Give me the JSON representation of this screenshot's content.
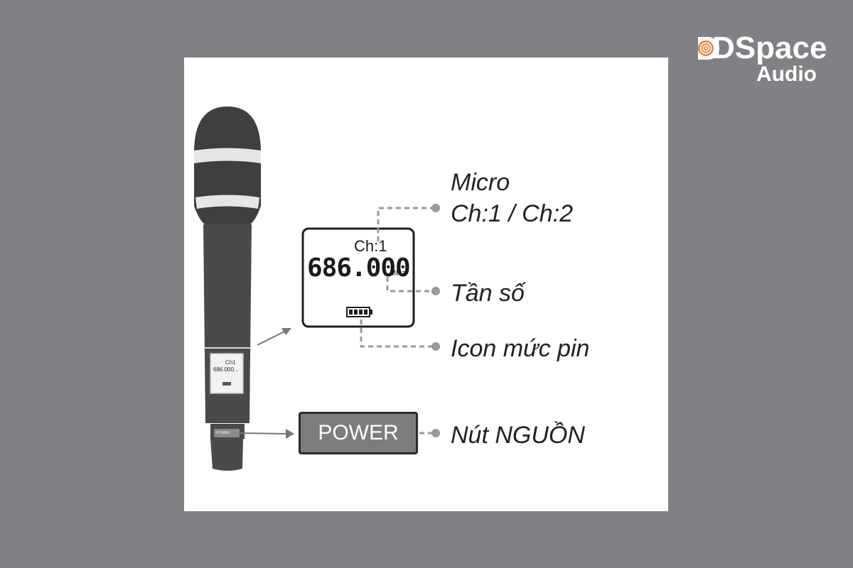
{
  "brand": {
    "name_line1": "DSpace",
    "name_line2": "Audio",
    "accent_color": "#e8873a"
  },
  "display": {
    "channel": "Ch:1",
    "frequency": "686.000",
    "unit": "MHz",
    "battery_icon": "battery-full-icon"
  },
  "mini_display": {
    "channel": "Ch1",
    "frequency": "686.000..."
  },
  "mini_power_label": "POWER",
  "power_button_label": "POWER",
  "callouts": {
    "micro_line1": "Micro",
    "micro_line2": "Ch:1 / Ch:2",
    "frequency": "Tần số",
    "battery": "Icon mức pin",
    "power": "Nút NGUỒN"
  }
}
